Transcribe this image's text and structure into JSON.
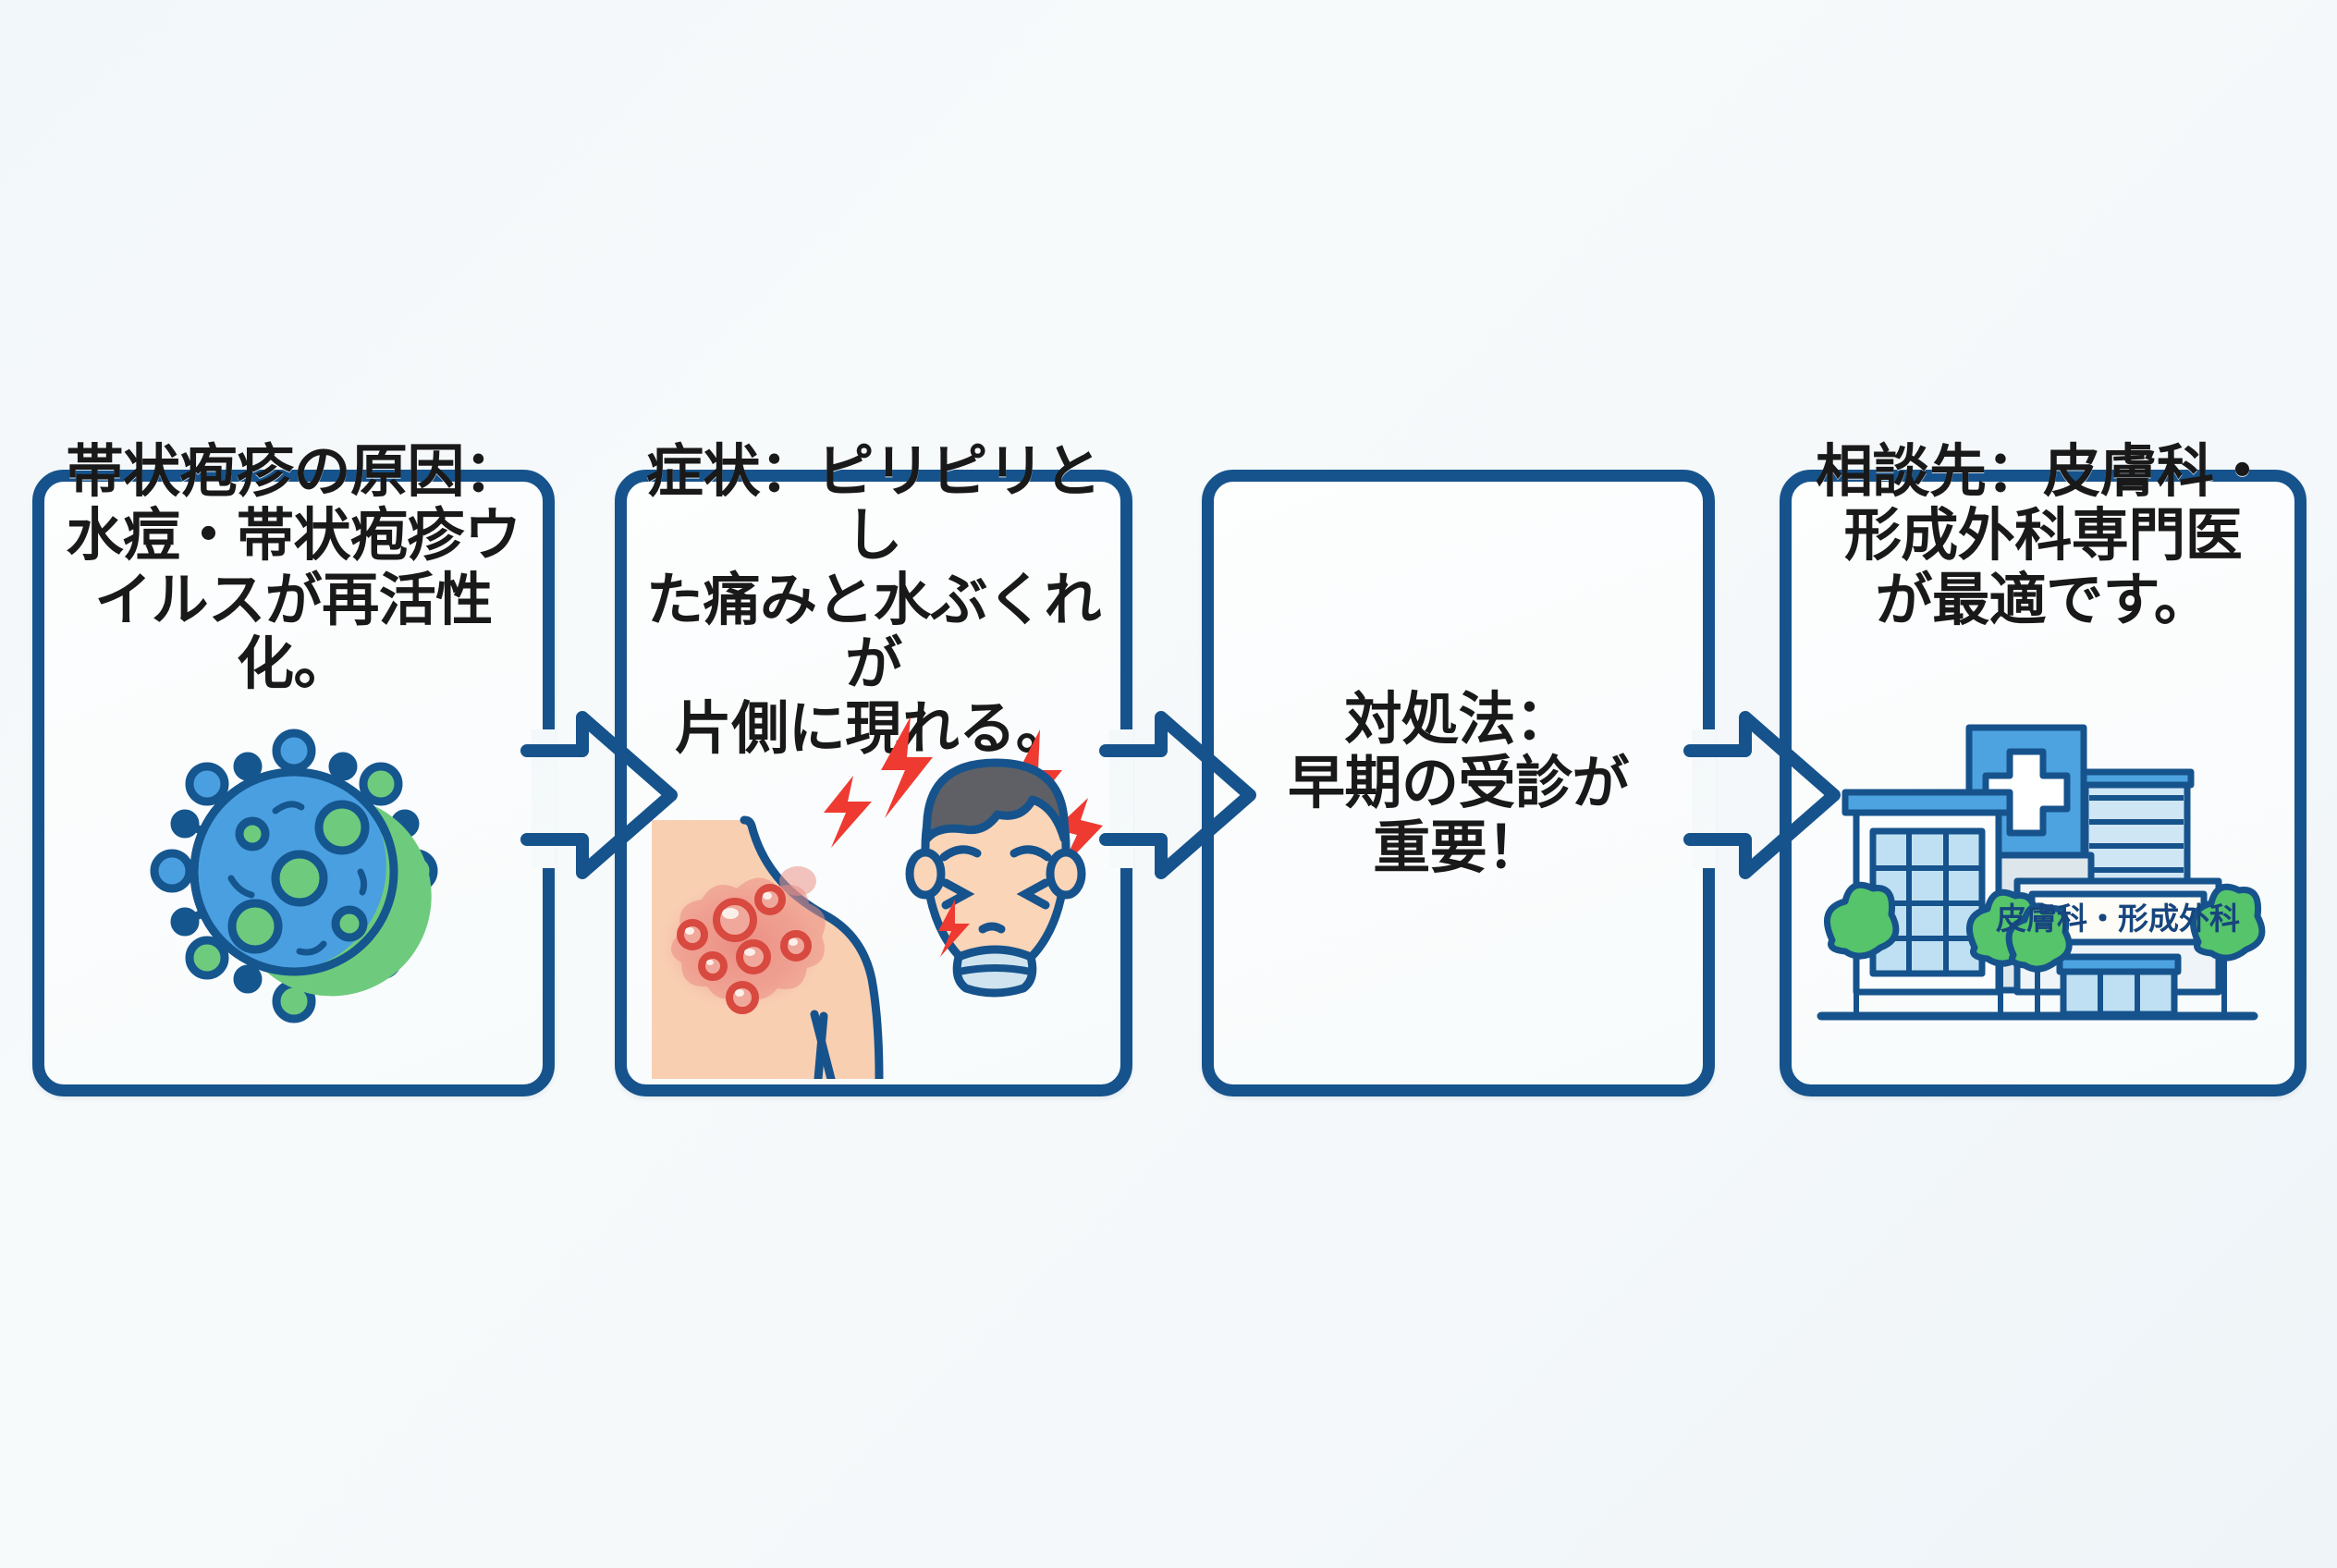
{
  "infographic": {
    "background_color": "#f4f8fa",
    "accent_color": "#16538c",
    "panels": [
      {
        "id": "cause",
        "text": "帯状疱疹の原因：\n水痘・帯状疱疹ウ\nイルスが再活性化。",
        "illustration": "virus-icon"
      },
      {
        "id": "symptoms",
        "text": "症状：ピリピリとし\nた痛みと水ぶくれが\n片側に現れる。",
        "illustration": "rash-and-pain-face-icon"
      },
      {
        "id": "treatment",
        "text": "対処法：\n早期の受診が\n重要！",
        "illustration": "none"
      },
      {
        "id": "where-to-go",
        "text": "相談先：皮膚科・\n形成外科専門医\nが最適です。",
        "illustration": "hospital-icon"
      }
    ],
    "connectors": [
      {
        "id": "arrow-1-2",
        "glyph": "right-arrow-icon"
      },
      {
        "id": "arrow-2-3",
        "glyph": "right-arrow-icon"
      },
      {
        "id": "arrow-3-4",
        "glyph": "right-arrow-icon"
      }
    ],
    "hospital_sign": "皮膚科・形成外科",
    "colors": {
      "virus_body": "#4a9fe0",
      "virus_accent": "#6ecb7d",
      "skin": "#f9cfb2",
      "rash": "#e2564f",
      "pain_bolt": "#ef3b32",
      "hair": "#5e6065",
      "building": "#4da3e0",
      "tree": "#55c46b"
    }
  }
}
